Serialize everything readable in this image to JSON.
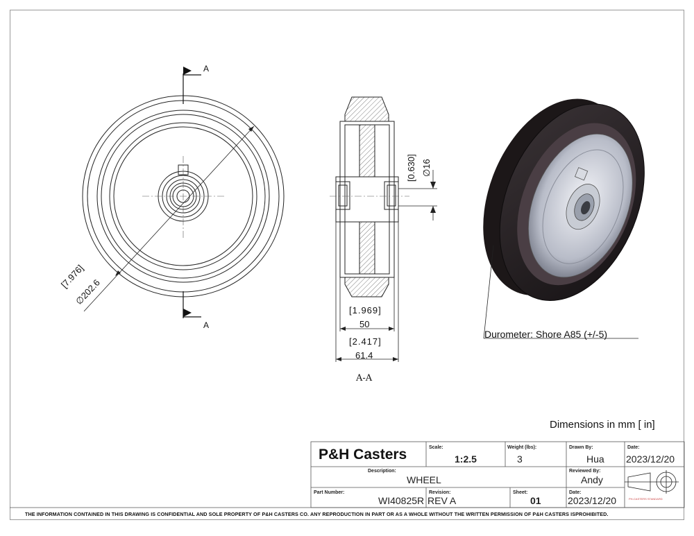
{
  "views": {
    "front": {
      "section_top": "A",
      "section_bottom": "A",
      "dim_in": "[7.976]",
      "dim_mm": "∅202.6"
    },
    "section": {
      "name": "A-A",
      "bore_in": "[0.630]",
      "bore_mm": "∅16",
      "hub_in": "[1.969]",
      "hub_mm": "50",
      "overall_in": "[2.417]",
      "overall_mm": "61.4"
    },
    "iso": {
      "callout": "Durometer: Shore A85 (+/-5)"
    }
  },
  "units_note": "Dimensions in mm [ in]",
  "title_block": {
    "company": "P&H Casters",
    "scale_label": "Scale:",
    "scale": "1:2.5",
    "weight_label": "Weight (lbs):",
    "weight": "3",
    "drawn_label": "Drawn By:",
    "drawn_by": "Hua",
    "date_label": "Date:",
    "date1": "2023/12/20",
    "desc_label": "Description:",
    "description": "WHEEL",
    "reviewed_label": "Reviewed By:",
    "reviewed_by": "Andy",
    "part_label": "Part Number:",
    "part_number": "WI40825R",
    "rev_label": "Revision:",
    "revision": "REV A",
    "sheet_label": "Sheet:",
    "sheet": "01",
    "date2_label": "Date:",
    "date2": "2023/12/20"
  },
  "footer": "THE INFORMATION CONTAINED IN THIS DRAWING IS CONFIDENTIAL AND SOLE PROPERTY OF P&H CASTERS CO.  ANY REPRODUCTION IN PART OR AS A WHOLE WITHOUT THE WRITTEN PERMISSION OF P&H CASTERS ISPROHIBITED."
}
